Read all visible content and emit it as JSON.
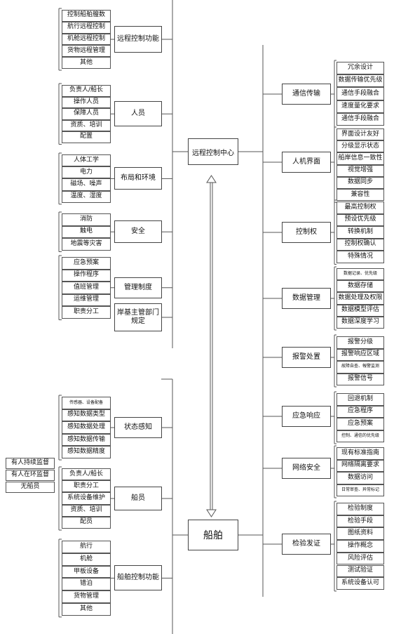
{
  "center": {
    "label": "远程控制中心"
  },
  "ship": {
    "label": "船舶"
  },
  "left_top": [
    {
      "title": "远程控制功能",
      "items": [
        "控制船舶艘数",
        "航行远程控制",
        "机舱远程控制",
        "货物远程管理",
        "其他"
      ]
    },
    {
      "title": "人员",
      "items": [
        "负责人/船长",
        "操作人员",
        "保障人员",
        "资质、培训",
        "配置"
      ]
    },
    {
      "title": "布局和环境",
      "items": [
        "人体工学",
        "电力",
        "磁场、噪声",
        "温度、湿度"
      ]
    },
    {
      "title": "安全",
      "items": [
        "消防",
        "触电",
        "地震等灾害"
      ]
    },
    {
      "title": "管理制度",
      "items": [
        "应急预案",
        "操作程序",
        "值班管理",
        "运维管理",
        "职责分工"
      ]
    },
    {
      "title": "岸基主管部门规定",
      "items": []
    }
  ],
  "left_bottom": [
    {
      "title": "状态感知",
      "items": [
        "传感器、设备配备",
        "感知数据类型",
        "感知数据处理",
        "感知数据传输",
        "感知数据精度"
      ]
    },
    {
      "title": "船员",
      "items": [
        "负责人/船长",
        "职责分工",
        "系统设备维护",
        "资质、培训",
        "配员"
      ]
    },
    {
      "title": "船舶控制功能",
      "items": [
        "航行",
        "机舱",
        "甲板设备",
        "错泊",
        "货物管理",
        "其他"
      ]
    }
  ],
  "crew_levels": [
    "有人持续监督",
    "有人在环监督",
    "无船员"
  ],
  "right": [
    {
      "title": "通信传输",
      "items": [
        "冗余设计",
        "数据传输优先级",
        "通信手段融合",
        "速度量化要求",
        "通信手段融合"
      ]
    },
    {
      "title": "人机界面",
      "items": [
        "界面设计友好",
        "分级显示状态",
        "船岸信息一致性",
        "视觉增强",
        "数据同步",
        "兼容性"
      ]
    },
    {
      "title": "控制权",
      "items": [
        "最高控制权",
        "预设优先级",
        "转换机制",
        "控制权确认",
        "特殊情况"
      ]
    },
    {
      "title": "数据管理",
      "items": [
        "数据记录、优先级",
        "数据存储",
        "数据处理及权限",
        "数据模型评估",
        "数据深度学习"
      ]
    },
    {
      "title": "报警处置",
      "items": [
        "报警分级",
        "报警响应区域",
        "故障自查、報警监测",
        "报警信号"
      ]
    },
    {
      "title": "应急响应",
      "items": [
        "回退机制",
        "应急程序",
        "应急预案",
        "控制、通信的优先级"
      ]
    },
    {
      "title": "网络安全",
      "items": [
        "现有标准指南",
        "网络隔离要求",
        "数据访问",
        "日常审查、异常标记"
      ]
    },
    {
      "title": "检验发证",
      "items": [
        "检验制度",
        "检验手段",
        "图纸资料",
        "操作概念",
        "风险评估",
        "测试验证",
        "系统设备认可"
      ]
    }
  ]
}
